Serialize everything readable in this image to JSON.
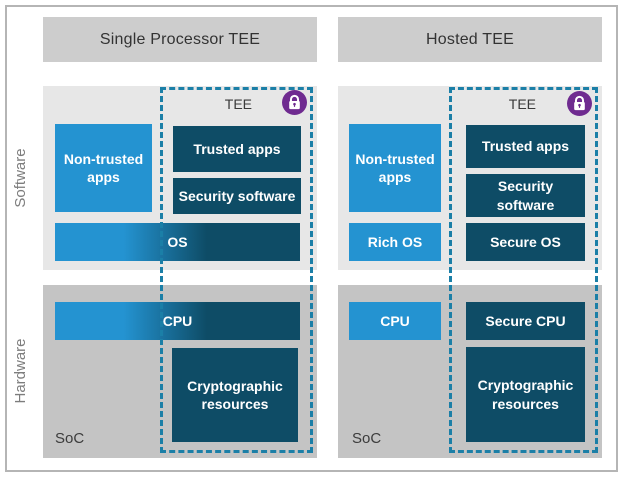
{
  "side": {
    "software": "Software",
    "hardware": "Hardware"
  },
  "left": {
    "title": "Single Processor TEE",
    "tee": "TEE",
    "non_trusted": "Non-trusted apps",
    "trusted": "Trusted apps",
    "security": "Security software",
    "os": "OS",
    "cpu": "CPU",
    "crypto": "Cryptographic resources",
    "soc": "SoC"
  },
  "right": {
    "title": "Hosted TEE",
    "tee": "TEE",
    "non_trusted": "Non-trusted apps",
    "trusted": "Trusted apps",
    "security": "Security software",
    "rich_os": "Rich OS",
    "secure_os": "Secure OS",
    "cpu": "CPU",
    "secure_cpu": "Secure CPU",
    "crypto": "Cryptographic resources",
    "soc": "SoC"
  },
  "icons": {
    "lock": "lock-icon"
  },
  "colors": {
    "light_blue": "#2493d1",
    "dark_teal": "#0e4c66",
    "dash_teal": "#1b7fa7",
    "purple": "#6f2b90",
    "header_gray": "#cdcdcd",
    "software_panel_gray": "#e7e7e7",
    "hardware_panel_gray": "#c4c4c4"
  }
}
